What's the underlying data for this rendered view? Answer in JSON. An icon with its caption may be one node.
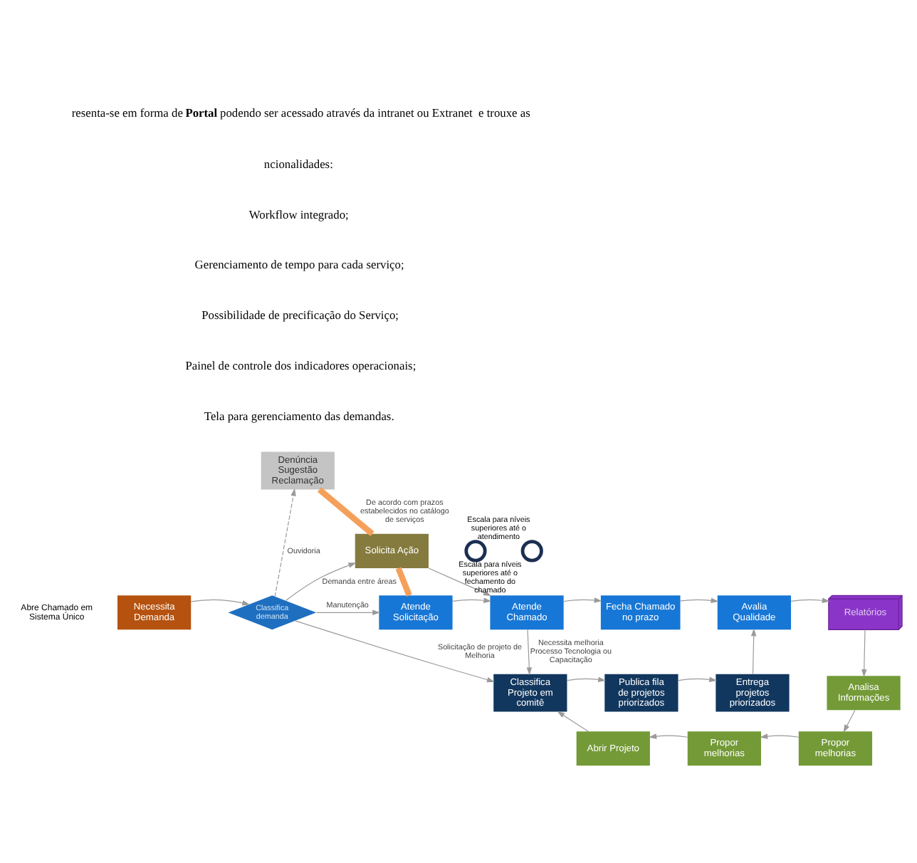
{
  "diagram": {
    "nodes": [
      {
        "text": [
          "Denúncia Sugestão Reclamação"
        ]
      },
      {
        "text": [
          "Solicita Ação"
        ]
      },
      {
        "text": [
          "Necessita Demanda"
        ],
        "beside": [
          "Abre Chamado em Sistema Único"
        ]
      },
      {
        "text": [
          "Classifica demanda"
        ]
      },
      {
        "text": [
          "Atende Solicitação"
        ]
      },
      {
        "text": [
          "Atende Chamado"
        ]
      },
      {
        "text": [],
        "shape": "circle",
        "beside": [
          "Escala para níveis superiores até o atendimento"
        ]
      },
      {
        "text": [
          "Fecha Chamado no prazo"
        ]
      },
      {
        "text": [],
        "shape": "circle",
        "beside": [
          "Escala para níveis superiores até o fechamento do chamado"
        ]
      },
      {
        "text": [
          "Avalia Qualidade"
        ]
      },
      {
        "text": [
          "Relatórios"
        ]
      },
      {
        "text": [
          "Classifica Projeto em comitê"
        ]
      },
      {
        "text": [
          "Publica fila de projetos priorizados"
        ]
      },
      {
        "text": [
          "Entrega projetos priorizados"
        ]
      },
      {
        "text": [
          "Analisa Informações"
        ]
      },
      {
        "text": [
          "Abrir Projeto"
        ]
      },
      {
        "text": [
          "Propor melhorias"
        ]
      },
      {
        "text": [
          "Propor melhorias"
        ]
      }
    ],
    "edges": [
      {
        "from": 2,
        "to": 3,
        "arrow": "to"
      },
      {
        "from": 3,
        "to": 0,
        "arrow": "to",
        "label": "Ouvidoria",
        "style": "dashed"
      },
      {
        "from": 3,
        "to": 1,
        "arrow": "to",
        "label": "Demanda entre áreas"
      },
      {
        "from": 3,
        "to": 4,
        "arrow": "to",
        "label": "Manutenção"
      },
      {
        "from": 3,
        "to": 11,
        "arrow": "to",
        "label": "Solicitação de projeto de Melhoria"
      },
      {
        "from": 0,
        "to": 1,
        "arrow": "none",
        "style": "thick",
        "color": "#f5a05a",
        "label": "De acordo com prazos estabelecidos no catálogo de serviços"
      },
      {
        "from": 1,
        "to": 4,
        "arrow": "none",
        "style": "thick",
        "color": "#f5a05a"
      },
      {
        "from": 1,
        "to": 5,
        "arrow": "to"
      },
      {
        "from": 4,
        "to": 5,
        "arrow": "to"
      },
      {
        "from": 5,
        "to": 7,
        "arrow": "to"
      },
      {
        "from": 5,
        "to": 11,
        "arrow": "to",
        "label": "Necessita melhoria Processo Tecnologia ou Capacitação"
      },
      {
        "from": 7,
        "to": 9,
        "arrow": "to"
      },
      {
        "from": 9,
        "to": 10,
        "arrow": "to"
      },
      {
        "from": 10,
        "to": 14,
        "arrow": "to"
      },
      {
        "from": 14,
        "to": 16,
        "arrow": "to"
      },
      {
        "from": 16,
        "to": 17,
        "arrow": "to"
      },
      {
        "from": 17,
        "to": 15,
        "arrow": "to"
      },
      {
        "from": 15,
        "to": 11,
        "arrow": "to"
      },
      {
        "from": 11,
        "to": 12,
        "arrow": "to"
      },
      {
        "from": 12,
        "to": 13,
        "arrow": "to"
      },
      {
        "from": 13,
        "to": 9,
        "arrow": "to"
      }
    ],
    "labels": [
      "resenta-se em forma de **Portal** podendo ser acessado através da intranet ou Extranet  e trouxe as",
      "ncionalidades:",
      "Workflow integrado;",
      "Gerenciamento de tempo para cada serviço;",
      "Possibilidade de precificação do Serviço;",
      "Painel de controle dos indicadores operacionais;",
      "Tela para gerenciamento das demandas."
    ]
  }
}
